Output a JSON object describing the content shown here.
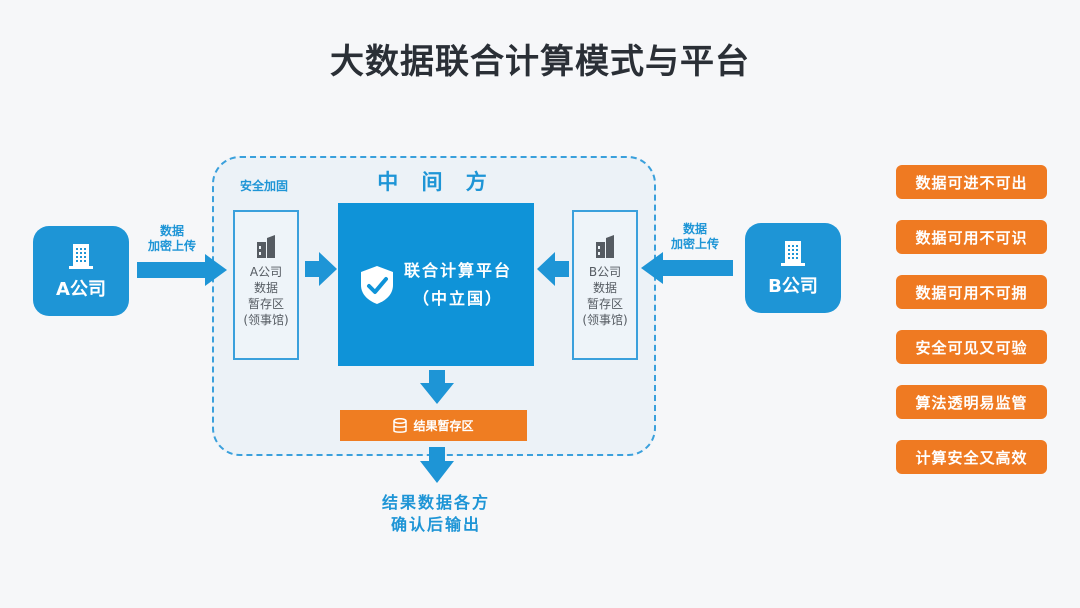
{
  "title": "大数据联合计算模式与平台",
  "middle_party": {
    "title": "中 间 方",
    "security_label": "安全加固",
    "platform": {
      "line1": "联合计算平台",
      "line2": "（中立国）",
      "icon": "shield-check-icon"
    },
    "result_store": {
      "label": "结果暂存区",
      "icon": "database-icon"
    }
  },
  "company_a": {
    "name": "A公司",
    "icon": "building-icon",
    "upload_label": [
      "数据",
      "加密上传"
    ],
    "store_label": "A公司\n数据\n暂存区\n(领事馆)"
  },
  "company_b": {
    "name": "B公司",
    "icon": "building-icon",
    "upload_label": [
      "数据",
      "加密上传"
    ],
    "store_label": "B公司\n数据\n暂存区\n(领事馆)"
  },
  "output": {
    "line1": "结果数据各方",
    "line2": "确认后输出"
  },
  "principles": [
    "数据可进不可出",
    "数据可用不可识",
    "数据可用不可拥",
    "安全可见又可验",
    "算法透明易监管",
    "计算安全又高效"
  ],
  "colors": {
    "blue": "#1e95d6",
    "orange": "#ef7d22",
    "title": "#2a2f36"
  }
}
